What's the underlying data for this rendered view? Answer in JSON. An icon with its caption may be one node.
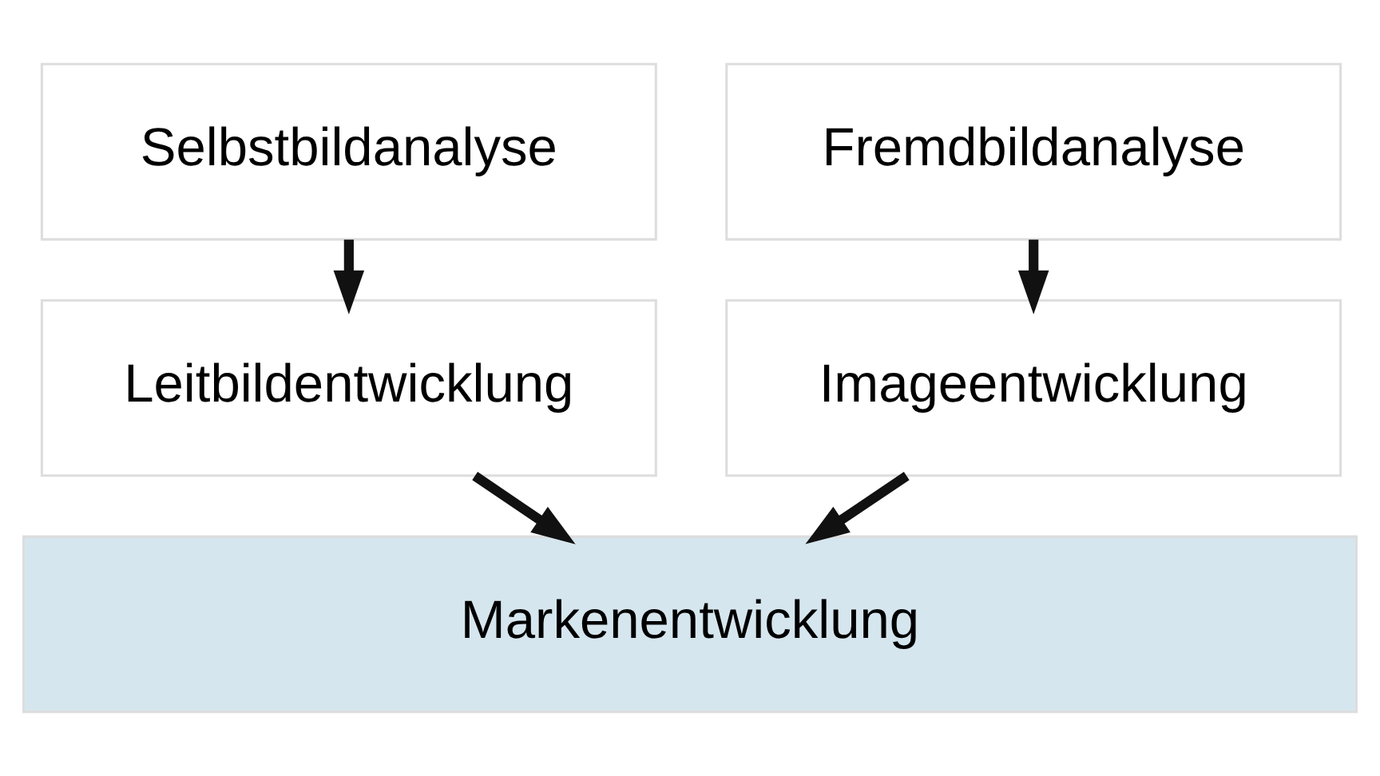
{
  "diagram": {
    "nodes": [
      {
        "text": [
          "Selbstbildanalyse"
        ]
      },
      {
        "text": [
          "Fremdbildanalyse"
        ]
      },
      {
        "text": [
          "Leitbildentwicklung"
        ]
      },
      {
        "text": [
          "Imageentwicklung"
        ]
      },
      {
        "text": [
          "Markenentwicklung"
        ]
      }
    ],
    "edges": [
      {
        "from": 0,
        "to": 2,
        "arrow": "to"
      },
      {
        "from": 1,
        "to": 3,
        "arrow": "to"
      },
      {
        "from": 2,
        "to": 4,
        "arrow": "to"
      },
      {
        "from": 3,
        "to": 4,
        "arrow": "to"
      }
    ]
  }
}
